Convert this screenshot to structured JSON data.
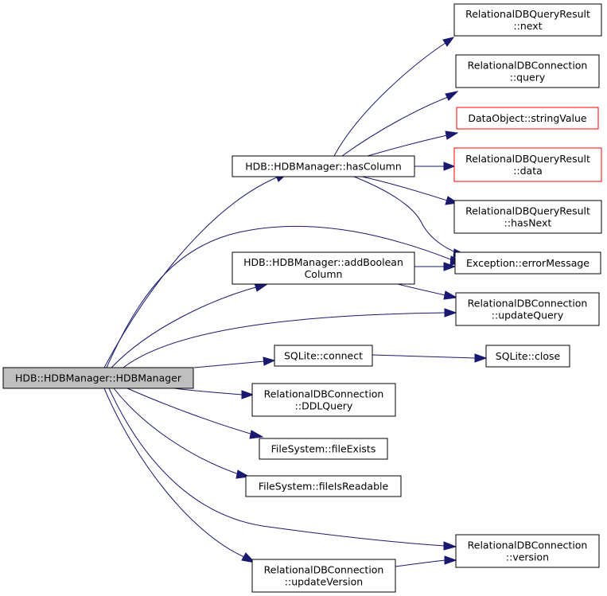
{
  "colors": {
    "edge": "#191970",
    "node_border": "#000000",
    "node_border_truncated": "#ff0000",
    "root_fill": "#bfbfbf",
    "node_fill": "#ffffff"
  },
  "nodes": {
    "root": {
      "lines": [
        "HDB::HDBManager::HDBManager"
      ]
    },
    "has_column": {
      "lines": [
        "HDB::HDBManager::hasColumn"
      ]
    },
    "add_boolean_column": {
      "lines": [
        "HDB::HDBManager::addBoolean",
        "Column"
      ]
    },
    "sqlite_connect": {
      "lines": [
        "SQLite::connect"
      ]
    },
    "ddl_query": {
      "lines": [
        "RelationalDBConnection",
        "::DDLQuery"
      ]
    },
    "file_exists": {
      "lines": [
        "FileSystem::fileExists"
      ]
    },
    "file_is_readable": {
      "lines": [
        "FileSystem::fileIsReadable"
      ]
    },
    "update_version": {
      "lines": [
        "RelationalDBConnection",
        "::updateVersion"
      ]
    },
    "result_next": {
      "lines": [
        "RelationalDBQueryResult",
        "::next"
      ]
    },
    "conn_query": {
      "lines": [
        "RelationalDBConnection",
        "::query"
      ]
    },
    "string_value": {
      "lines": [
        "DataObject::stringValue"
      ]
    },
    "result_data": {
      "lines": [
        "RelationalDBQueryResult",
        "::data"
      ]
    },
    "result_has_next": {
      "lines": [
        "RelationalDBQueryResult",
        "::hasNext"
      ]
    },
    "error_message": {
      "lines": [
        "Exception::errorMessage"
      ]
    },
    "update_query": {
      "lines": [
        "RelationalDBConnection",
        "::updateQuery"
      ]
    },
    "sqlite_close": {
      "lines": [
        "SQLite::close"
      ]
    },
    "conn_version": {
      "lines": [
        "RelationalDBConnection",
        "::version"
      ]
    }
  }
}
